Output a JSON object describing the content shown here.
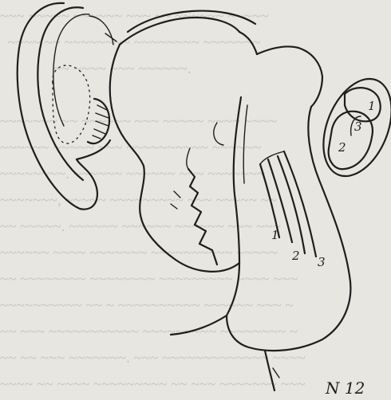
{
  "figure": {
    "labels": {
      "tube_1": "1",
      "tube_2": "2",
      "tube_3": "3",
      "section_1": "1",
      "section_2": "2",
      "section_3": "3",
      "signature": "N 12"
    }
  }
}
